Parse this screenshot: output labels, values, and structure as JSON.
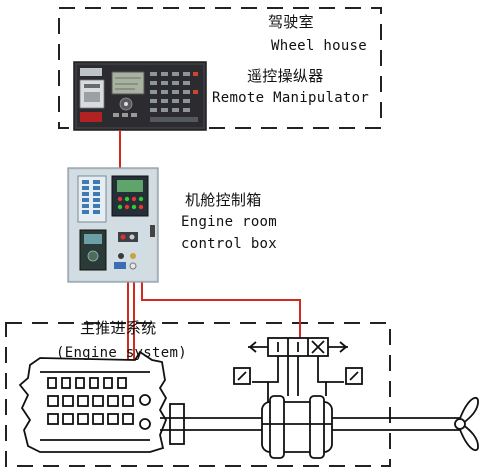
{
  "wheelhouse": {
    "label_cn": "驾驶室",
    "label_en": "Wheel house"
  },
  "remote_manipulator": {
    "label_cn": "遥控操纵器",
    "label_en": "Remote Manipulator"
  },
  "engine_room_box": {
    "label_cn": "机舱控制箱",
    "label_en_line1": "Engine room",
    "label_en_line2": "control box"
  },
  "engine_system": {
    "label_cn": "主推进系统",
    "label_en": "(Engine system)"
  },
  "colors": {
    "cable_red": "#d42a1e",
    "dash_border": "#222222",
    "panel_dark": "#2e2e33",
    "box_face": "#c9d4dc"
  }
}
